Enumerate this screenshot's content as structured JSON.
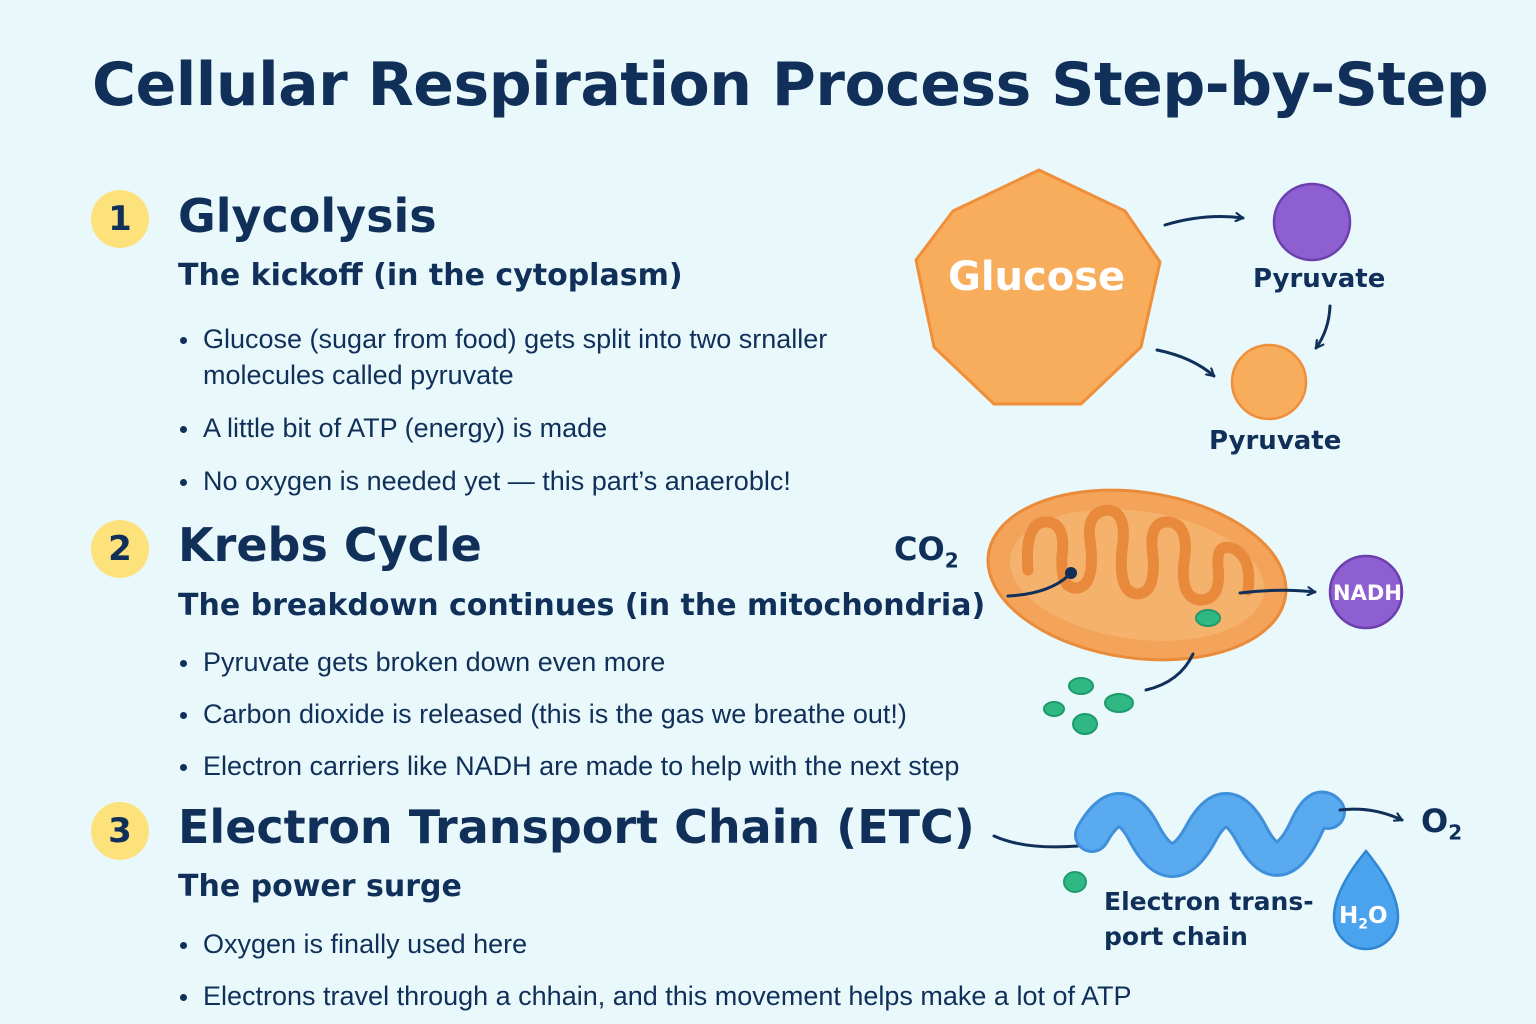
{
  "title": "Cellular Respiration Process Step-by-Step",
  "steps": [
    {
      "number": "1",
      "title": "Glycolysis",
      "subtitle": "The kickoff (in the cytoplasm)",
      "bullets": [
        "Glucose (sugar from food) gets split into two srnaller molecules called pyruvate",
        "A little bit of ATP (energy) is made",
        "No oxygen is needed yet — this part’s anaeroblc!"
      ]
    },
    {
      "number": "2",
      "title": "Krebs Cycle",
      "subtitle": "The breakdown continues (in the mitochondria)",
      "bullets": [
        "Pyruvate gets broken down even more",
        "Carbon dioxide is released (this is the gas we breathe out!)",
        "Electron carriers like NADH are made to help with the next step"
      ]
    },
    {
      "number": "3",
      "title": "Electron Transport Chain (ETC)",
      "subtitle": "The power surge",
      "bullets": [
        "Oxygen is finally used here",
        "Electrons travel through a chhain, and this movement helps make a lot of ATP"
      ]
    }
  ],
  "diagram": {
    "glucose_label": "Glucose",
    "pyruvate_top_label": "Pyruvate",
    "pyruvate_bottom_label": "Pyruvate",
    "co2_label": "CO",
    "co2_subscript": "2",
    "nadh_label": "NADH",
    "etc_label_line1": "Electron trans-",
    "etc_label_line2": "port chain",
    "o2_label": "O",
    "o2_subscript": "2",
    "water_label": "H",
    "water_subscript": "2",
    "water_label_end": "O"
  },
  "colors": {
    "background": "#e9f8fb",
    "text": "#10305a",
    "badge": "#fde17a",
    "glucose": "#f8ad5c",
    "pyruvate_top": "#8e5fd0",
    "pyruvate_bottom": "#f8ad5c",
    "nadh": "#8e5fd0",
    "mitochondrion": "#f3a45a",
    "green_dots": "#2fb883",
    "etc_chain": "#5aaaf0",
    "water": "#4aa3ec"
  }
}
